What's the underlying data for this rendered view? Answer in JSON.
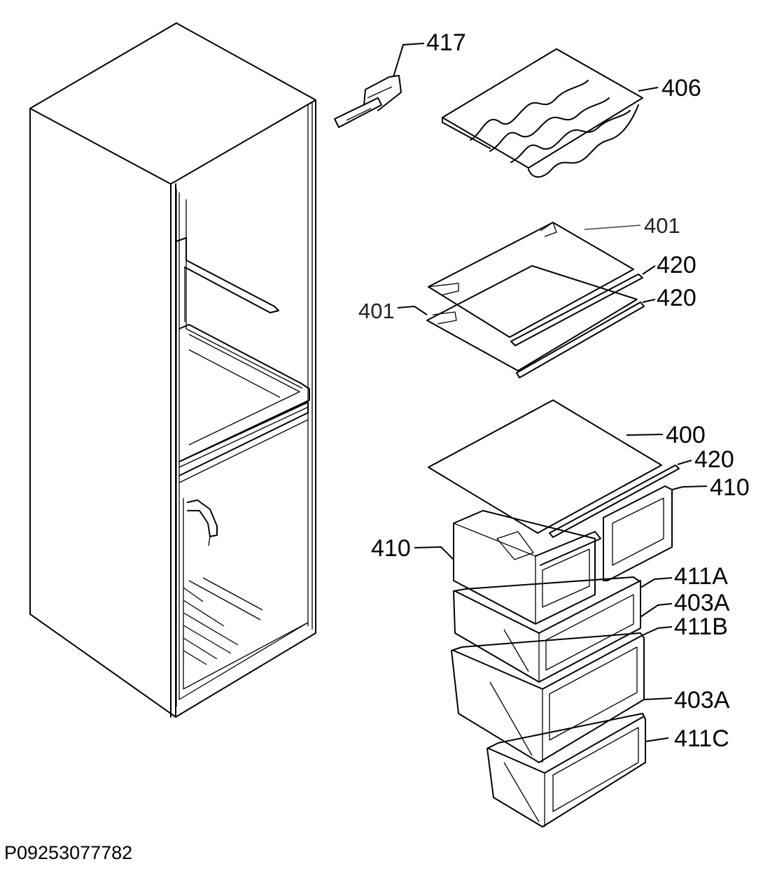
{
  "labels": {
    "p417": "417",
    "p406": "406",
    "p401_a": "401",
    "p420_a": "420",
    "p420_b": "420",
    "p401_b": "401",
    "p400": "400",
    "p420_c": "420",
    "p410_a": "410",
    "p410_b": "410",
    "p411a": "411A",
    "p403a_a": "403A",
    "p411b": "411B",
    "p403a_b": "403A",
    "p411c": "411C"
  },
  "footer": {
    "code": "P09253077782"
  }
}
